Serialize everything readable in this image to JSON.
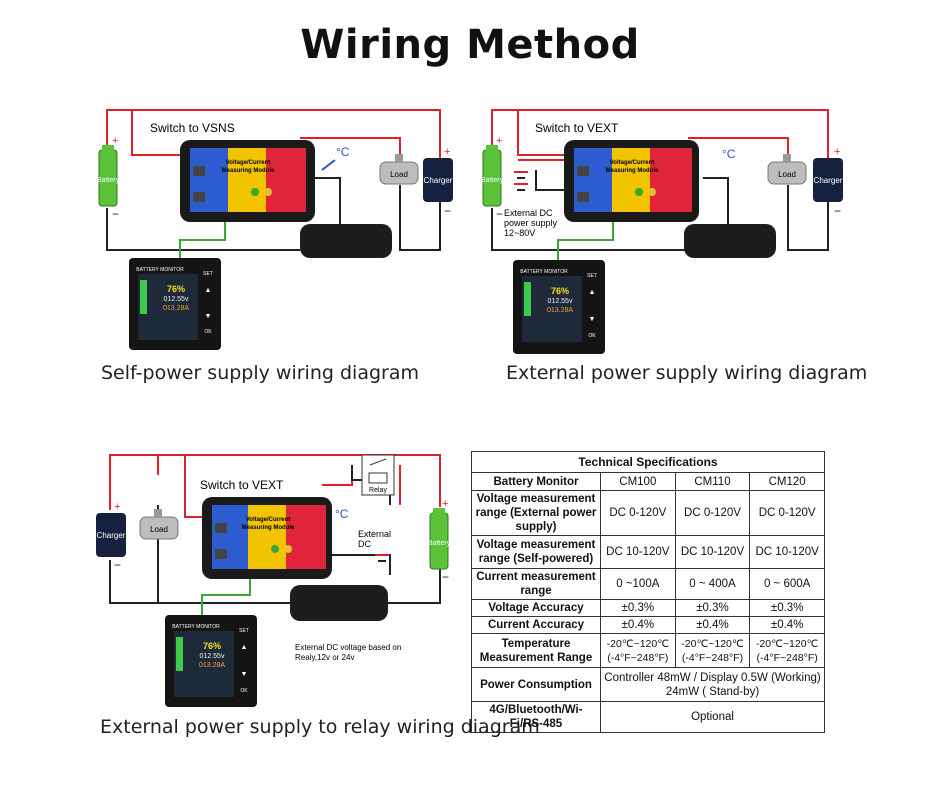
{
  "title": "Wiring Method",
  "diagrams": [
    {
      "caption": "Self-power supply wiring diagram",
      "switch_label": "Switch to VSNS",
      "battery": "Battery",
      "load": "Load",
      "charger": "Charger",
      "celsius": "°C"
    },
    {
      "caption": "External power supply wiring diagram",
      "switch_label": "Switch to VEXT",
      "battery": "Battery",
      "load": "Load",
      "charger": "Charger",
      "celsius": "°C",
      "ext_dc_lines": [
        "External DC",
        "power supply",
        "12~80V"
      ]
    },
    {
      "caption": "External power supply to relay wiring diagram",
      "switch_label": "Switch to VEXT",
      "battery": "Battery",
      "load": "Load",
      "charger": "Charger",
      "celsius": "°C",
      "relay": "Relay",
      "ext_dc_lines": [
        "External",
        "DC"
      ],
      "note_lines": [
        "External DC voltage based on",
        "Realy,12v or 24v"
      ]
    }
  ],
  "device_labels": {
    "module_title": [
      "Voltage/Current",
      "Measuring Module"
    ],
    "monitor_title": "BATTERY MONITOR",
    "percent": "76%",
    "voltage": "012.55v",
    "current": "013.28A",
    "set": "SET",
    "ok": "OK"
  },
  "spec_table": {
    "caption": "Technical Specifications",
    "header": [
      "Battery Monitor",
      "CM100",
      "CM110",
      "CM120"
    ],
    "rows": [
      {
        "label": "Voltage measurement range (External power supply)",
        "values": [
          "DC 0-120V",
          "DC 0-120V",
          "DC 0-120V"
        ]
      },
      {
        "label": "Voltage measurement range (Self-powered)",
        "values": [
          "DC 10-120V",
          "DC 10-120V",
          "DC 10-120V"
        ]
      },
      {
        "label": "Current measurement range",
        "values": [
          "0 ~100A",
          "0 ~ 400A",
          "0 ~ 600A"
        ]
      },
      {
        "label": "Voltage Accuracy",
        "values": [
          "±0.3%",
          "±0.3%",
          "±0.3%"
        ]
      },
      {
        "label": "Current Accuracy",
        "values": [
          "±0.4%",
          "±0.4%",
          "±0.4%"
        ]
      },
      {
        "label": "Temperature Measurement Range",
        "values": [
          "-20℃~120℃ (-4°F~248°F)",
          "-20℃~120℃ (-4°F~248°F)",
          "-20℃~120℃ (-4°F~248°F)"
        ]
      },
      {
        "label": "Power Consumption",
        "merged": "Controller 48mW / Display 0.5W (Working) 24mW ( Stand-by)"
      },
      {
        "label": "4G/Bluetooth/Wi-Fi/RS-485",
        "merged": "Optional"
      }
    ]
  },
  "colors": {
    "wire_red": "#e0202a",
    "wire_black": "#222222",
    "wire_green": "#3aa635",
    "battery_green": "#5cc23a",
    "charger_navy": "#16213f",
    "module_yellow": "#f2c400",
    "module_red": "#e0253b",
    "module_blue": "#2d5bd0",
    "celsius_blue": "#2a55c8"
  }
}
